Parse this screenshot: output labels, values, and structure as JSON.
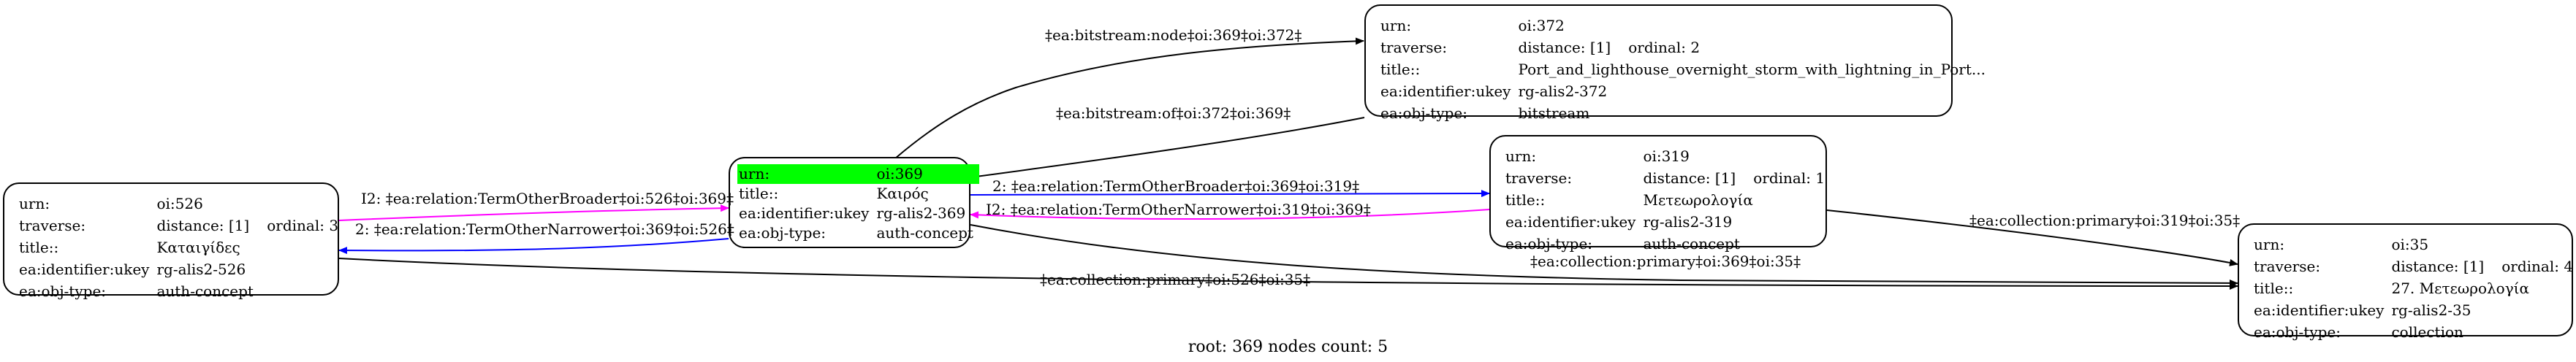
{
  "nodes": {
    "n372": {
      "urn_key": "urn:",
      "urn": "oi:372",
      "traverse_key": "traverse:",
      "distance": "distance: [1]",
      "ordinal": "ordinal: 2",
      "title_key": "title::",
      "title": "Port_and_lighthouse_overnight_storm_with_lightning_in_Port...",
      "identifier_key": "ea:identifier:ukey",
      "identifier": "rg-alis2-372",
      "objtype_key": "ea:obj-type:",
      "objtype": "bitstream"
    },
    "n369": {
      "urn_key": "urn:",
      "urn": "oi:369",
      "title_key": "title::",
      "title": "Καιρός",
      "identifier_key": "ea:identifier:ukey",
      "identifier": "rg-alis2-369",
      "objtype_key": "ea:obj-type:",
      "objtype": "auth-concept",
      "highlight_color": "#00ff00"
    },
    "n526": {
      "urn_key": "urn:",
      "urn": "oi:526",
      "traverse_key": "traverse:",
      "distance": "distance: [1]",
      "ordinal": "ordinal: 3",
      "title_key": "title::",
      "title": "Καταιγίδες",
      "identifier_key": "ea:identifier:ukey",
      "identifier": "rg-alis2-526",
      "objtype_key": "ea:obj-type:",
      "objtype": "auth-concept"
    },
    "n319": {
      "urn_key": "urn:",
      "urn": "oi:319",
      "traverse_key": "traverse:",
      "distance": "distance: [1]",
      "ordinal": "ordinal: 1",
      "title_key": "title::",
      "title": "Μετεωρολογία",
      "identifier_key": "ea:identifier:ukey",
      "identifier": "rg-alis2-319",
      "objtype_key": "ea:obj-type:",
      "objtype": "auth-concept"
    },
    "n35": {
      "urn_key": "urn:",
      "urn": "oi:35",
      "traverse_key": "traverse:",
      "distance": "distance: [1]",
      "ordinal": "ordinal: 4",
      "title_key": "title::",
      "title": "27. Μετεωρολογία",
      "identifier_key": "ea:identifier:ukey",
      "identifier": "rg-alis2-35",
      "objtype_key": "ea:obj-type:",
      "objtype": "collection"
    }
  },
  "edges": {
    "bitstream_node": {
      "label": "‡ea:bitstream:node‡oi:369‡oi:372‡",
      "color": "#000000"
    },
    "bitstream_of": {
      "label": "‡ea:bitstream:of‡oi:372‡oi:369‡",
      "color": "#000000"
    },
    "broader_369_319": {
      "label": "2: ‡ea:relation:TermOtherBroader‡oi:369‡oi:319‡",
      "color": "#0000ff"
    },
    "narrower_319_369": {
      "label": "I2: ‡ea:relation:TermOtherNarrower‡oi:319‡oi:369‡",
      "color": "#ff00ff"
    },
    "broader_526_369": {
      "label": "I2: ‡ea:relation:TermOtherBroader‡oi:526‡oi:369‡",
      "color": "#ff00ff"
    },
    "narrower_369_526": {
      "label": "2: ‡ea:relation:TermOtherNarrower‡oi:369‡oi:526‡",
      "color": "#0000ff"
    },
    "collection_319_35": {
      "label": "‡ea:collection:primary‡oi:319‡oi:35‡",
      "color": "#000000"
    },
    "collection_369_35": {
      "label": "‡ea:collection:primary‡oi:369‡oi:35‡",
      "color": "#000000"
    },
    "collection_526_35": {
      "label": "‡ea:collection:primary‡oi:526‡oi:35‡",
      "color": "#000000"
    }
  },
  "caption": "root: 369 nodes count: 5"
}
